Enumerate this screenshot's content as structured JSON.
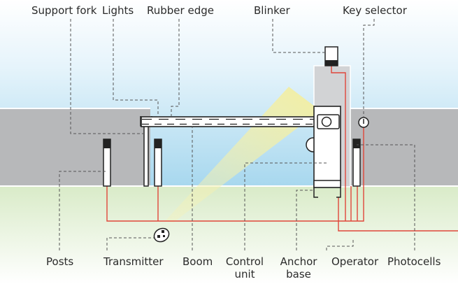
{
  "labels": {
    "support_fork": "Support fork",
    "lights": "Lights",
    "rubber_edge": "Rubber edge",
    "blinker": "Blinker",
    "key_selector": "Key selector",
    "posts": "Posts",
    "transmitter": "Transmitter",
    "boom": "Boom",
    "control_unit_line1": "Control",
    "control_unit_line2": "unit",
    "anchor_base_line1": "Anchor",
    "anchor_base_line2": "base",
    "operator": "Operator",
    "photocells": "Photocells"
  },
  "colors": {
    "sky_top": "#ffffff",
    "sky_bottom": "#a7d8f0",
    "wall": "#b7b8ba",
    "ground": "#d6e8c4",
    "wire": "#e0463a",
    "beam": "#f6f1a6",
    "leader": "#555555"
  }
}
